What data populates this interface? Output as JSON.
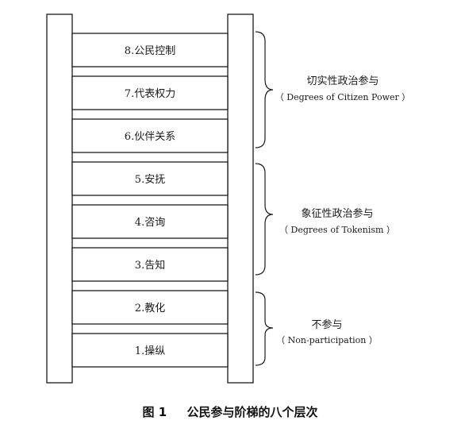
{
  "rungs": [
    "8.公民控制",
    "7.代表权力",
    "6.伙伴关系",
    "5.安抚",
    "4.咨询",
    "3.告知",
    "2.教化",
    "1.操纵"
  ],
  "groups": [
    {
      "title": "切实性政治参与",
      "subtitle": "（ Degrees of Citizen Power ）",
      "from_rung": 0,
      "to_rung": 2
    },
    {
      "title": "象征性政治参与",
      "subtitle": "（ Degrees of Tokenism ）",
      "from_rung": 3,
      "to_rung": 5
    },
    {
      "title": "不参与",
      "subtitle": "（ Non-participation ）",
      "from_rung": 6,
      "to_rung": 7
    }
  ],
  "caption": {
    "label": "图 1",
    "text": "公民参与阶梯的八个层次"
  }
}
